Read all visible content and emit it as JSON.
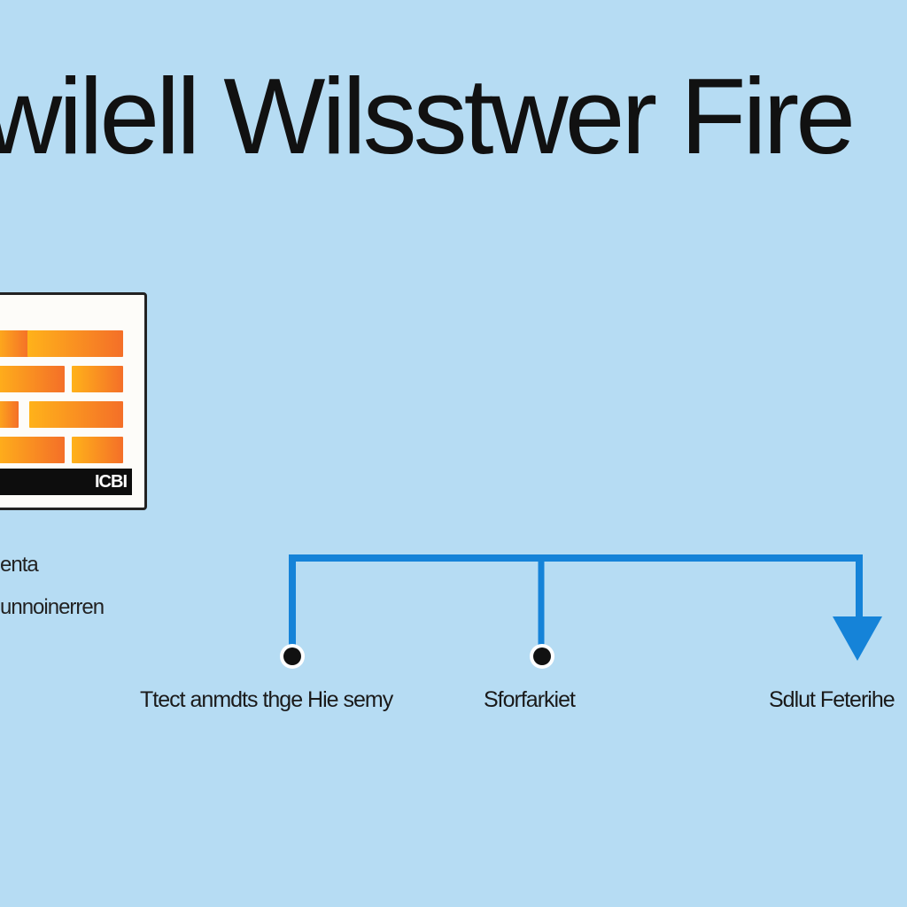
{
  "title": "wilell Wilsstwer Fire",
  "firewall_card": {
    "label": "ICBI",
    "brick_colors": [
      "#ffb21a",
      "#f46f28"
    ]
  },
  "side_texts": [
    "enta",
    "unnoinerren"
  ],
  "flow": {
    "line_color": "#1583d8",
    "nodes": [
      {
        "label": "Ttect anmdts thge Hie semy"
      },
      {
        "label": "Sforfarkiet"
      },
      {
        "label": "Sdlut Feterihe"
      }
    ]
  }
}
